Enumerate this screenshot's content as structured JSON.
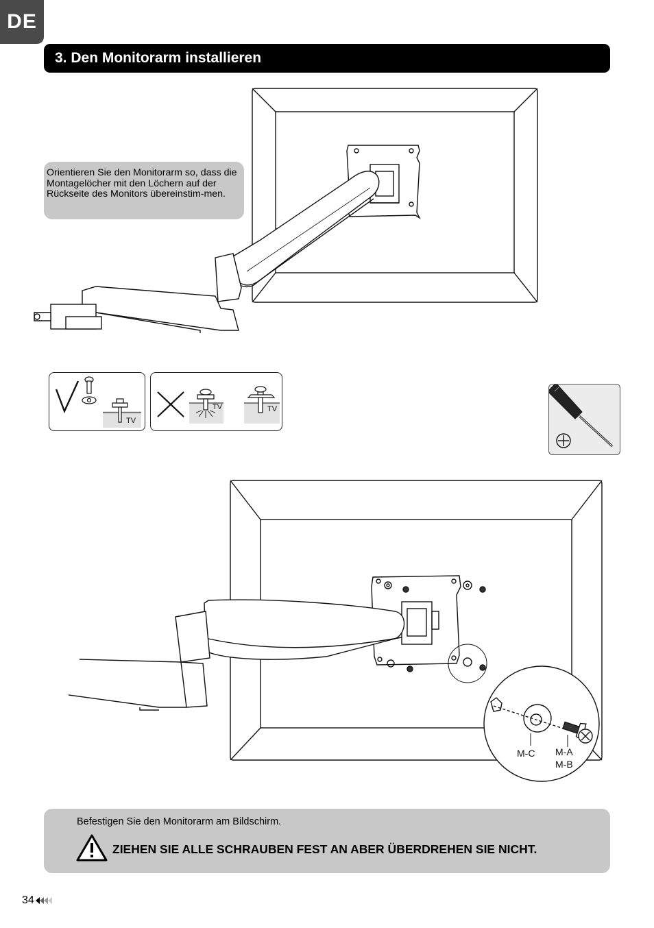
{
  "header": {
    "lang": "DE",
    "section_title": "3. Den Monitorarm installieren"
  },
  "callout": {
    "text": "Orientieren Sie den Monitorarm so, dass die Montagelöcher mit den Löchern auf der Rückseite des Monitors übereinstim-men."
  },
  "screw_diagrams": {
    "correct": {
      "icon": "check-icon",
      "label": "TV"
    },
    "incorrect": {
      "icon": "cross-icon",
      "label_1": "TV",
      "label_2": "TV"
    }
  },
  "tool": {
    "icon": "phillips-screwdriver-icon",
    "tip_symbol": "phillips-head-icon"
  },
  "parts": {
    "washer": "M-C",
    "screw_1": "M-A",
    "screw_2": "M-B"
  },
  "footer": {
    "note": "Befestigen Sie den Monitorarm am Bildschirm.",
    "warning": "ZIEHEN SIE ALLE SCHRAUBEN FEST AN ABER ÜBERDREHEN SIE NICHT."
  },
  "page": {
    "number": "34"
  }
}
